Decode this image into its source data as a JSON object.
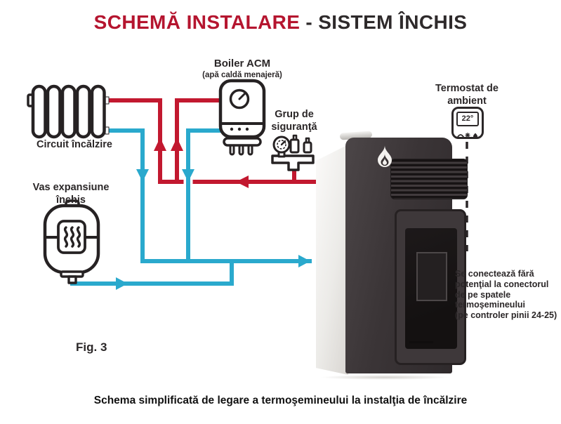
{
  "title": {
    "accent": "SCHEMĂ INSTALARE",
    "rest": "- SISTEM ÎNCHIS"
  },
  "labels": {
    "radiator": "Circuit încălzire",
    "boiler_title": "Boiler ACM",
    "boiler_subtitle": "(apă caldă menajeră)",
    "safety_group_line1": "Grup de",
    "safety_group_line2": "siguranţă",
    "expansion_line1": "Vas expansiune",
    "expansion_line2": "închis",
    "thermostat_line1": "Termostat de",
    "thermostat_line2": "ambient"
  },
  "thermostat": {
    "temperature": "22°"
  },
  "note": {
    "lines": [
      "Se conectează fără",
      "potenţial la conectorul",
      "de pe spatele",
      "termoşemineului",
      "(pe controler pinii 24-25)"
    ]
  },
  "figure_label": "Fig. 3",
  "caption": "Schema simplificată de legare a termoşemineului la instalţia de încălzire",
  "icons": {
    "radiator": "radiator-icon",
    "boiler": "boiler-tank-icon",
    "safety_group": "safety-valve-group-icon",
    "expansion_vessel": "expansion-vessel-icon",
    "thermostat": "room-thermostat-icon",
    "stove": "pellet-stove-image",
    "flame_logo": "flame-logo-icon"
  },
  "colors": {
    "hot_pipe": "#c2182f",
    "cold_pipe": "#2aa9cd",
    "title_accent": "#b5152f",
    "text_dark": "#2b2728"
  }
}
